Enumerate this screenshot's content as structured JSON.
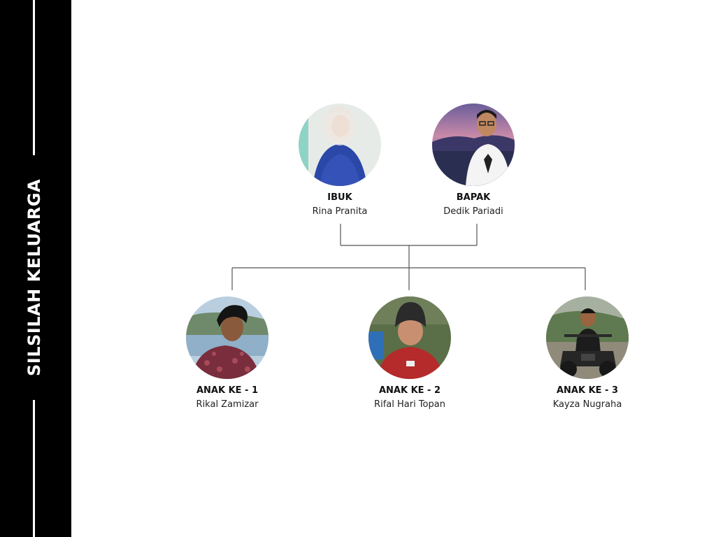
{
  "sidebar": {
    "title": "SILSILAH KELUARGA"
  },
  "parents": [
    {
      "role": "IBUK",
      "name": "Rina Pranita",
      "photo": "woman-hijab-photo"
    },
    {
      "role": "BAPAK",
      "name": "Dedik Pariadi",
      "photo": "man-glasses-photo"
    }
  ],
  "children": [
    {
      "role": "ANAK KE - 1",
      "name": "Rikal Zamizar",
      "photo": "boy-batik-shirt-photo"
    },
    {
      "role": "ANAK KE - 2",
      "name": "Rifal Hari Topan",
      "photo": "boy-beanie-photo"
    },
    {
      "role": "ANAK KE - 3",
      "name": "Kayza Nugraha",
      "photo": "boy-atv-photo"
    }
  ],
  "colors": {
    "sidebar": "#000000",
    "connector": "#555555",
    "text": "#111111"
  }
}
